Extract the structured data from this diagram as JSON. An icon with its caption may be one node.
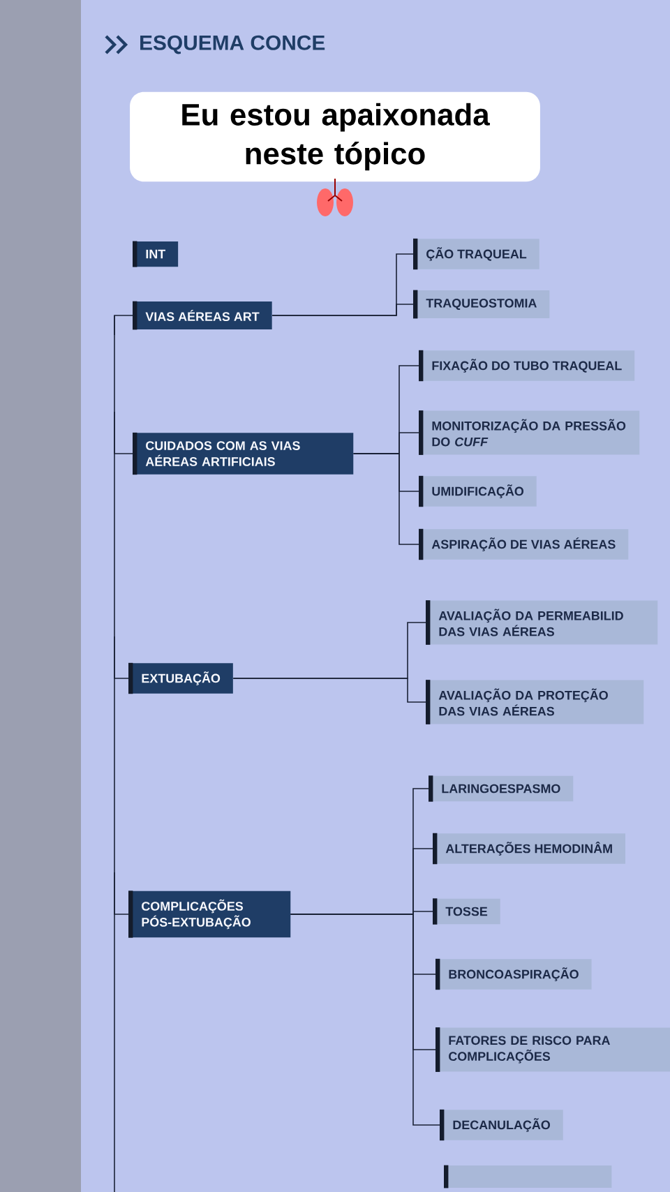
{
  "diagram": {
    "title": "ESQUEMA CONCE",
    "nodes": [
      {
        "text": [
          "INT"
        ]
      },
      {
        "text": [
          "VIAS AÉREAS ART"
        ]
      },
      {
        "text": [
          "ÇÃO TRAQUEAL"
        ]
      },
      {
        "text": [
          "TRAQUEOSTOMIA"
        ]
      },
      {
        "text": [
          "CUIDADOS COM AS VIAS AÉREAS ARTIFICIAIS"
        ]
      },
      {
        "text": [
          "FIXAÇÃO DO TUBO TRAQUEAL"
        ]
      },
      {
        "text": [
          "MONITORIZAÇÃO DA PRESSÃO DO *CUFF*"
        ]
      },
      {
        "text": [
          "UMIDIFICAÇÃO"
        ]
      },
      {
        "text": [
          "ASPIRAÇÃO DE VIAS AÉREAS"
        ]
      },
      {
        "text": [
          "EXTUBAÇÃO"
        ]
      },
      {
        "text": [
          "AVALIAÇÃO DA PERMEABILID DAS VIAS AÉREAS"
        ]
      },
      {
        "text": [
          "AVALIAÇÃO DA PROTEÇÃO DAS VIAS AÉREAS"
        ]
      },
      {
        "text": [
          "COMPLICAÇÕES PÓS-EXTUBAÇÃO"
        ]
      },
      {
        "text": [
          "LARINGOESPASMO"
        ]
      },
      {
        "text": [
          "ALTERAÇÕES HEMODINÂM"
        ]
      },
      {
        "text": [
          "TOSSE"
        ]
      },
      {
        "text": [
          "BRONCOASPIRAÇÃO"
        ]
      },
      {
        "text": [
          "FATORES DE RISCO PARA COMPLICAÇÕES"
        ]
      },
      {
        "text": [
          "DECANULAÇÃO"
        ]
      },
      {
        "text": [],
        "shape": "box"
      }
    ],
    "edges": [
      {
        "from": null,
        "to": 1,
        "arrow": "none"
      },
      {
        "from": null,
        "to": 4,
        "arrow": "none"
      },
      {
        "from": null,
        "to": 9,
        "arrow": "none"
      },
      {
        "from": null,
        "to": 12,
        "arrow": "none"
      },
      {
        "from": 1,
        "to": 2,
        "arrow": "none"
      },
      {
        "from": 1,
        "to": 3,
        "arrow": "none"
      },
      {
        "from": 4,
        "to": 5,
        "arrow": "none"
      },
      {
        "from": 4,
        "to": 6,
        "arrow": "none"
      },
      {
        "from": 4,
        "to": 7,
        "arrow": "none"
      },
      {
        "from": 4,
        "to": 8,
        "arrow": "none"
      },
      {
        "from": 9,
        "to": 10,
        "arrow": "none"
      },
      {
        "from": 9,
        "to": 11,
        "arrow": "none"
      },
      {
        "from": 12,
        "to": 13,
        "arrow": "none"
      },
      {
        "from": 12,
        "to": 14,
        "arrow": "none"
      },
      {
        "from": 12,
        "to": 15,
        "arrow": "none"
      },
      {
        "from": 12,
        "to": 16,
        "arrow": "none"
      },
      {
        "from": 12,
        "to": 17,
        "arrow": "none"
      },
      {
        "from": 12,
        "to": 18,
        "arrow": "none"
      }
    ],
    "labels": [
      "Eu estou apaixonada neste tópico"
    ]
  }
}
